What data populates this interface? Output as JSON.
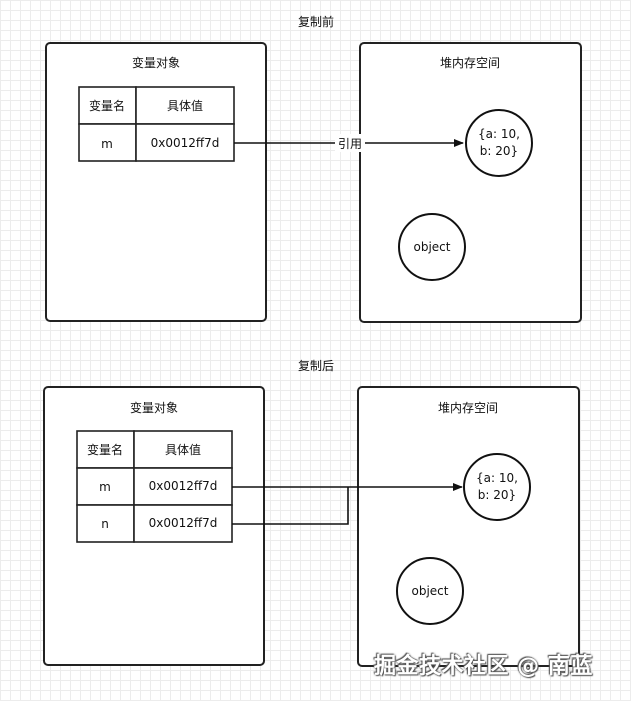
{
  "before": {
    "title": "复制前",
    "var_panel_title": "变量对象",
    "heap_panel_title": "堆内存空间",
    "table_headers": [
      "变量名",
      "具体值"
    ],
    "rows": [
      {
        "name": "m",
        "value": "0x0012ff7d"
      }
    ],
    "arrow_label": "引用",
    "obj_line1": "{a: 10,",
    "obj_line2": "b: 20}",
    "object_label": "object"
  },
  "after": {
    "title": "复制后",
    "var_panel_title": "变量对象",
    "heap_panel_title": "堆内存空间",
    "table_headers": [
      "变量名",
      "具体值"
    ],
    "rows": [
      {
        "name": "m",
        "value": "0x0012ff7d"
      },
      {
        "name": "n",
        "value": "0x0012ff7d"
      }
    ],
    "obj_line1": "{a: 10,",
    "obj_line2": "b: 20}",
    "object_label": "object"
  },
  "watermark": "掘金技术社区 @ 南蓝",
  "colors": {
    "stroke": "#222222",
    "grid": "#ececec",
    "background": "#ffffff"
  }
}
